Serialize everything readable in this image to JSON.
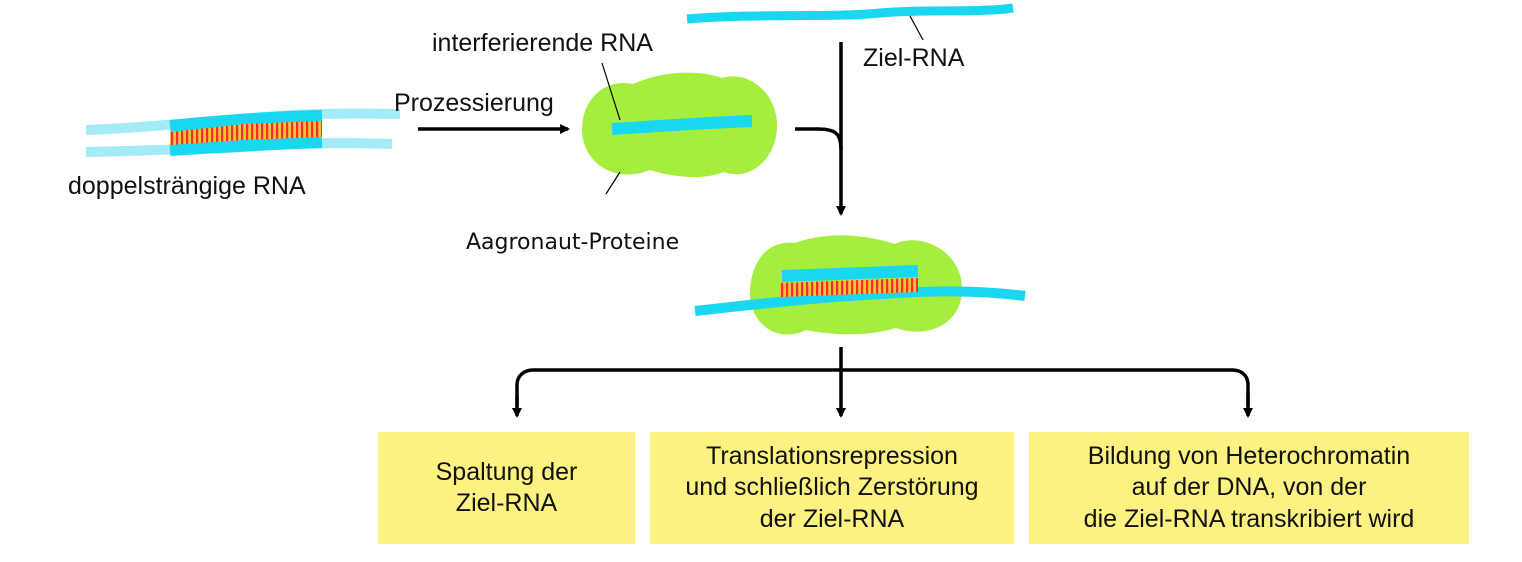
{
  "labels": {
    "interfering_rna": "interferierende RNA",
    "target_rna": "Ziel-RNA",
    "processing": "Prozessierung",
    "dsrna": "doppelsträngige RNA",
    "argonaute": "Aagronaut-Proteine"
  },
  "outcomes": [
    {
      "text": "Spaltung der\nZiel-RNA"
    },
    {
      "text": "Translationsrepression\nund schließlich Zerstörung\nder Ziel-RNA"
    },
    {
      "text": "Bildung von Heterochromatin\nauf der DNA, von der\ndie Ziel-RNA transkribiert wird"
    }
  ],
  "colors": {
    "rna_strand": "#19d7f0",
    "rna_strand_light": "#a3ecf7",
    "protein": "#a6ee3d",
    "base_pairs": "#ff2a2a",
    "outcome_box": "#fcf281",
    "arrow": "#000000"
  }
}
